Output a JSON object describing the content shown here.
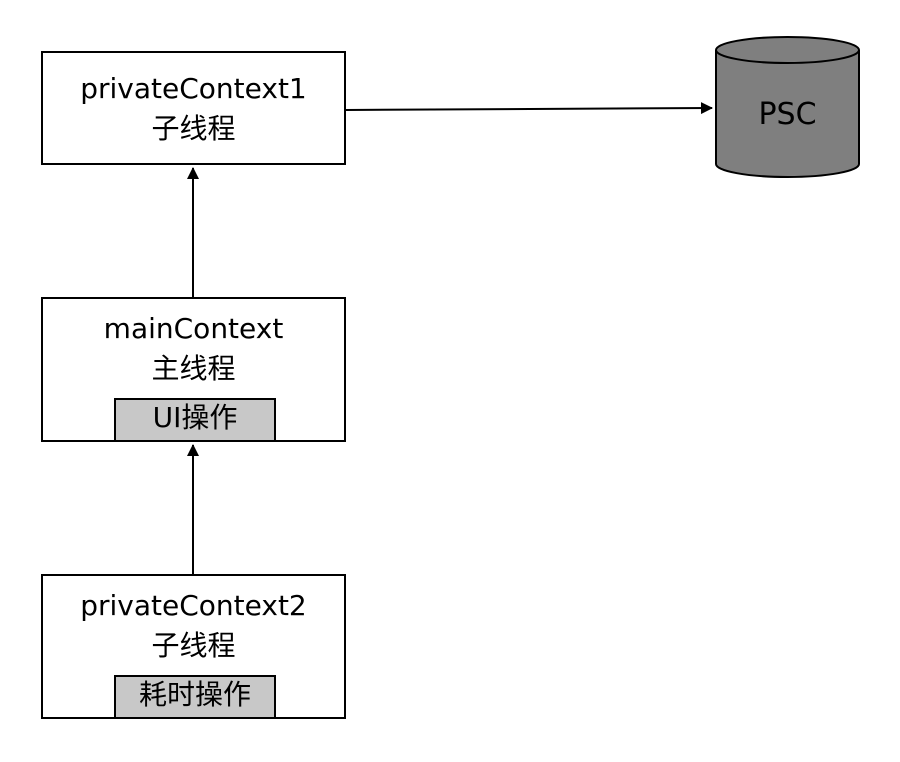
{
  "nodes": {
    "private_context_1": {
      "title": "privateContext1",
      "subtitle": "子线程"
    },
    "main_context": {
      "title": "mainContext",
      "subtitle": "主线程",
      "tag": "UI操作"
    },
    "private_context_2": {
      "title": "privateContext2",
      "subtitle": "子线程",
      "tag": "耗时操作"
    }
  },
  "store": {
    "label": "PSC",
    "fill": "#7f7f7f"
  },
  "tag_fill": "#c8c8c8",
  "edges": [
    {
      "from": "private_context_2",
      "to": "main_context"
    },
    {
      "from": "main_context",
      "to": "private_context_1"
    },
    {
      "from": "private_context_1",
      "to": "store"
    }
  ]
}
